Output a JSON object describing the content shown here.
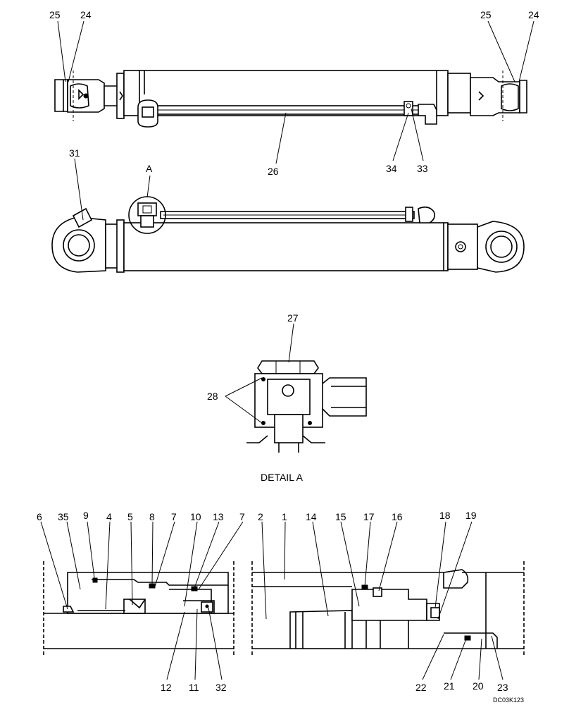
{
  "callouts": {
    "top": [
      "25",
      "24",
      "25",
      "24",
      "26",
      "34",
      "33"
    ],
    "middle": [
      "31",
      "A"
    ],
    "detail": [
      "27",
      "28"
    ],
    "section_top": [
      "6",
      "35",
      "9",
      "4",
      "5",
      "8",
      "7",
      "10",
      "13",
      "7",
      "2",
      "1",
      "14",
      "15",
      "17",
      "16",
      "18",
      "19"
    ],
    "section_bottom": [
      "12",
      "11",
      "32",
      "22",
      "21",
      "20",
      "23"
    ]
  },
  "detail_caption": "DETAIL A",
  "drawing_code": "DC03K123"
}
